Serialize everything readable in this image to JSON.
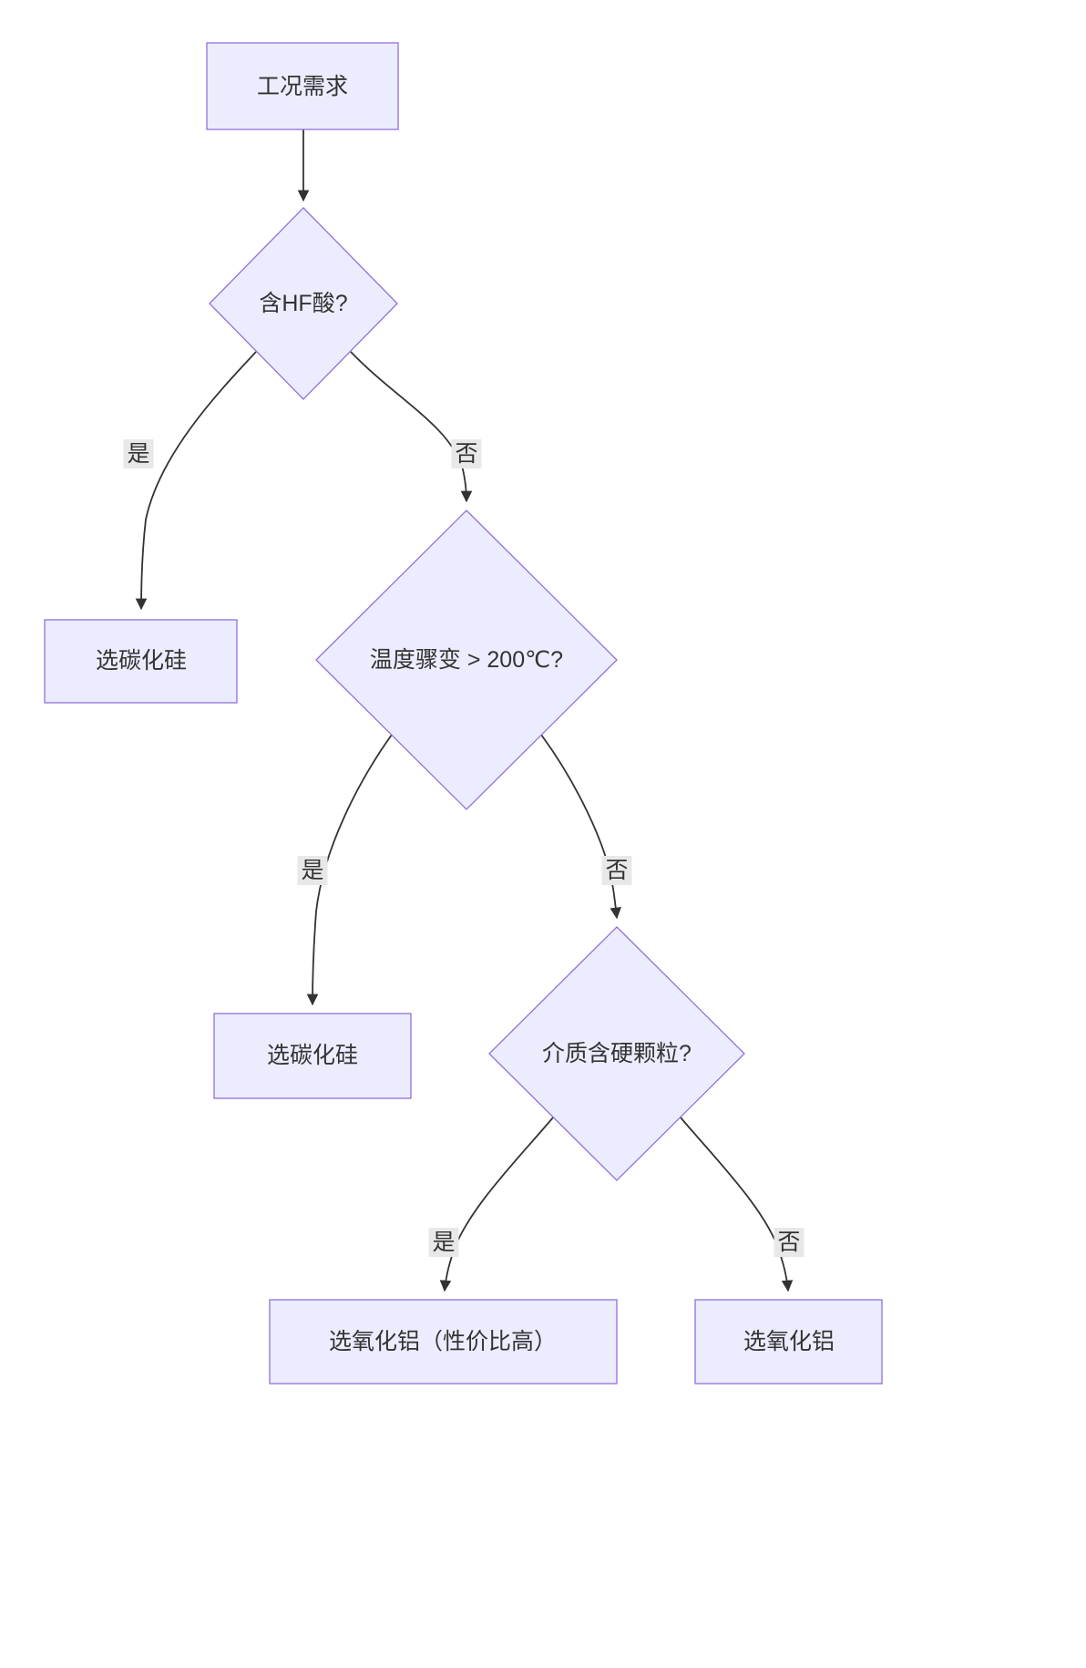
{
  "diagram": {
    "type": "flowchart",
    "nodes": {
      "A": {
        "label": "工况需求",
        "shape": "rect"
      },
      "B": {
        "label": "含HF酸?",
        "shape": "diamond"
      },
      "C": {
        "label": "选碳化硅",
        "shape": "rect"
      },
      "D": {
        "label": "温度骤变 > 200℃?",
        "shape": "diamond"
      },
      "E": {
        "label": "选碳化硅",
        "shape": "rect"
      },
      "F": {
        "label": "介质含硬颗粒?",
        "shape": "diamond"
      },
      "G": {
        "label": "选氧化铝（性价比高）",
        "shape": "rect"
      },
      "H": {
        "label": "选氧化铝",
        "shape": "rect"
      }
    },
    "edges": [
      {
        "from": "A",
        "to": "B",
        "label": ""
      },
      {
        "from": "B",
        "to": "C",
        "label": "是"
      },
      {
        "from": "B",
        "to": "D",
        "label": "否"
      },
      {
        "from": "D",
        "to": "E",
        "label": "是"
      },
      {
        "from": "D",
        "to": "F",
        "label": "否"
      },
      {
        "from": "F",
        "to": "G",
        "label": "是"
      },
      {
        "from": "F",
        "to": "H",
        "label": "否"
      }
    ],
    "colors": {
      "node_fill": "#ECECFF",
      "node_border": "#9370DB",
      "edge_stroke": "#333333",
      "text": "#333333",
      "edge_label_bg": "#e8e8e8",
      "background": "#ffffff"
    }
  }
}
